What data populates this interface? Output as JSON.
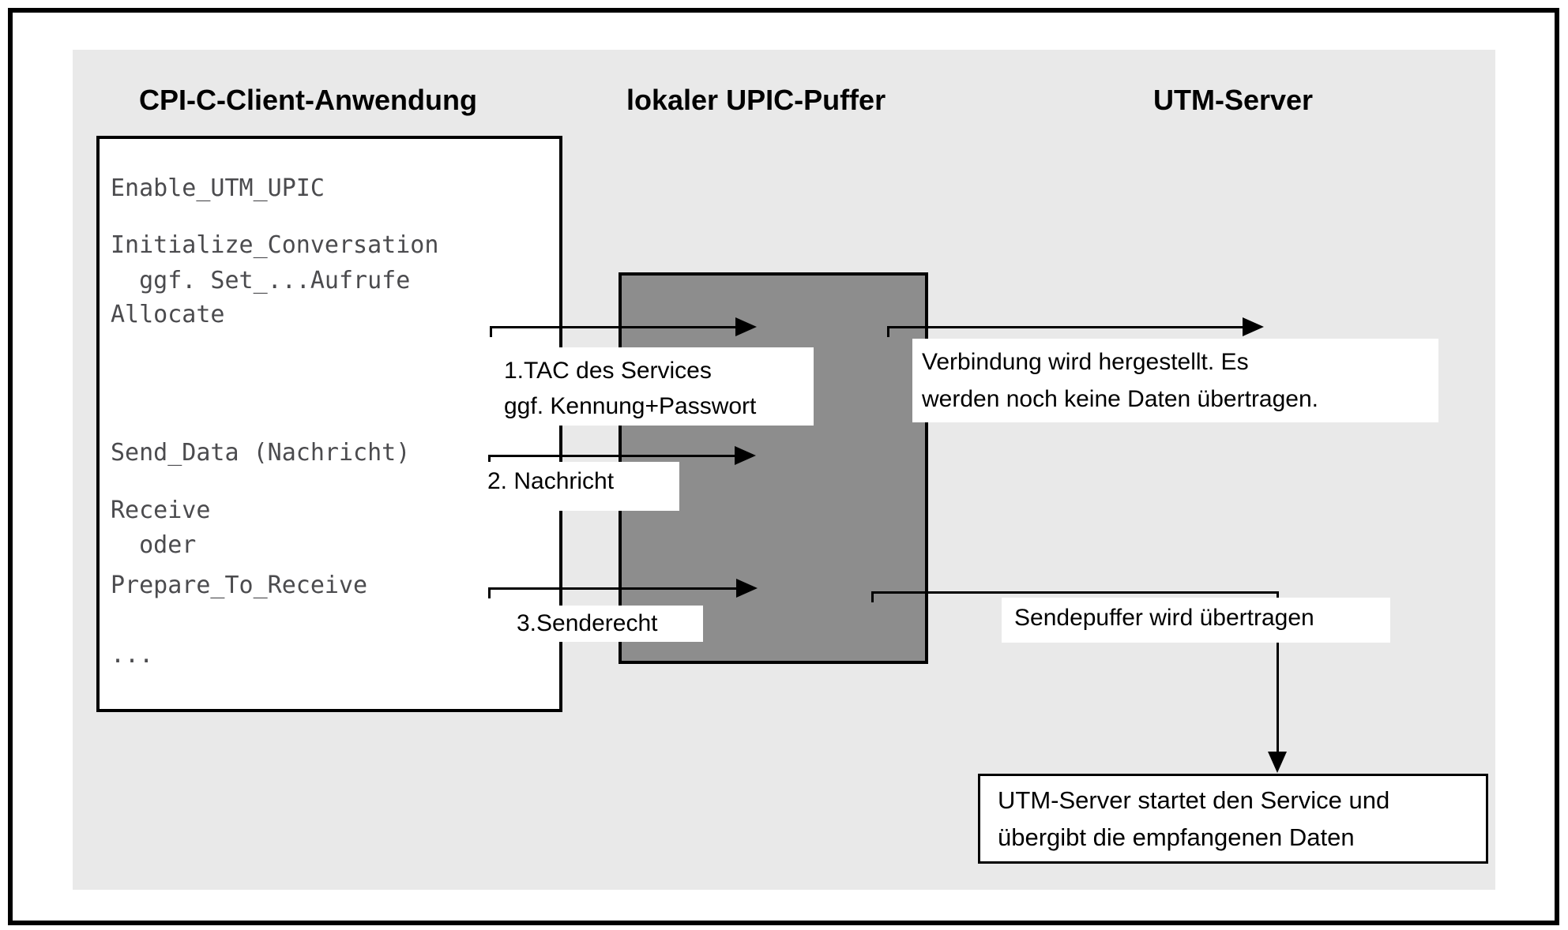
{
  "diagram": {
    "headers": {
      "client": "CPI-C-Client-Anwendung",
      "buffer": "lokaler UPIC-Puffer",
      "server": "UTM-Server"
    },
    "client_box": {
      "lines": [
        "Enable_UTM_UPIC",
        "Initialize_Conversation",
        "  ggf. Set_...Aufrufe",
        "Allocate",
        "Send_Data (Nachricht)",
        "Receive",
        "  oder",
        "Prepare_To_Receive",
        "..."
      ]
    },
    "labels": {
      "step1_line1": "1.TAC des Services",
      "step1_line2": "ggf. Kennung+Passwort",
      "step2": "2. Nachricht",
      "step3": "3.Senderecht",
      "connection_line1": "Verbindung wird hergestellt. Es",
      "connection_line2": "werden noch keine Daten übertragen.",
      "sendbuffer": "Sendepuffer wird übertragen",
      "server_result_line1": "UTM-Server startet den Service und",
      "server_result_line2": "übergibt die empfangenen Daten"
    },
    "colors": {
      "panel_background": "#e9e9e9",
      "buffer_fill": "#8d8d8d",
      "border": "#000000",
      "code_text": "#4b4b4e",
      "label_background": "#ffffff"
    }
  }
}
